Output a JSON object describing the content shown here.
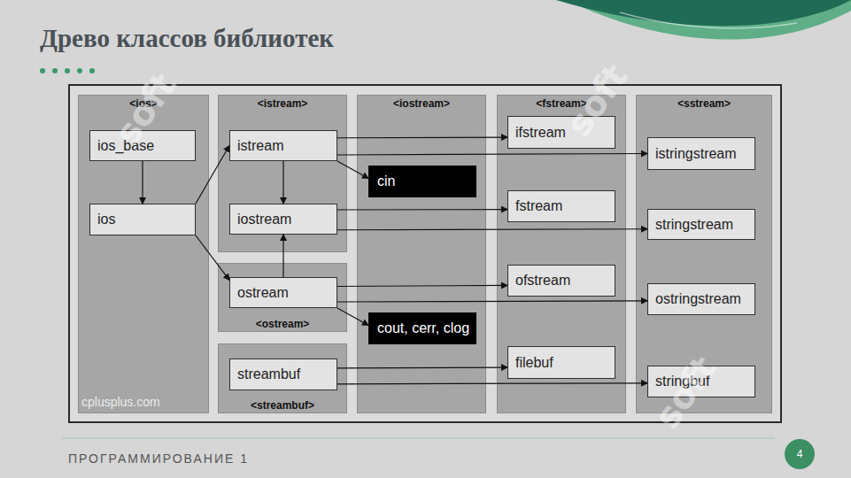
{
  "diagram": {
    "title": "Древо классов библиотек",
    "nodes": [
      {
        "text": [
          "<ios>"
        ]
      },
      {
        "text": [
          "ios_base"
        ],
        "in": 0
      },
      {
        "text": [
          "ios"
        ],
        "in": 0
      },
      {
        "text": [
          "<istream>"
        ]
      },
      {
        "text": [
          "istream"
        ],
        "in": 3
      },
      {
        "text": [
          "iostream"
        ],
        "in": 3
      },
      {
        "text": [
          "<ostream>"
        ]
      },
      {
        "text": [
          "ostream"
        ],
        "in": 6
      },
      {
        "text": [
          "<streambuf>"
        ]
      },
      {
        "text": [
          "streambuf"
        ],
        "in": 8
      },
      {
        "text": [
          "<iostream>"
        ]
      },
      {
        "text": [
          "cin"
        ],
        "in": 10
      },
      {
        "text": [
          "cout, cerr, clog"
        ],
        "in": 10
      },
      {
        "text": [
          "<fstream>"
        ]
      },
      {
        "text": [
          "ifstream"
        ],
        "in": 13
      },
      {
        "text": [
          "fstream"
        ],
        "in": 13
      },
      {
        "text": [
          "ofstream"
        ],
        "in": 13
      },
      {
        "text": [
          "filebuf"
        ],
        "in": 13
      },
      {
        "text": [
          "<sstream>"
        ]
      },
      {
        "text": [
          "istringstream"
        ],
        "in": 18
      },
      {
        "text": [
          "stringstream"
        ],
        "in": 18
      },
      {
        "text": [
          "ostringstream"
        ],
        "in": 18
      },
      {
        "text": [
          "stringbuf"
        ],
        "in": 18
      },
      {
        "text": [
          "4"
        ]
      }
    ],
    "edges": [
      {
        "from": 1,
        "to": 2,
        "arrow": "to"
      },
      {
        "from": 2,
        "to": 4,
        "arrow": "to"
      },
      {
        "from": 2,
        "to": 7,
        "arrow": "to"
      },
      {
        "from": 4,
        "to": 5,
        "arrow": "to"
      },
      {
        "from": 7,
        "to": 5,
        "arrow": "to"
      },
      {
        "from": 4,
        "to": 14,
        "arrow": "to"
      },
      {
        "from": 4,
        "to": 19,
        "arrow": "to"
      },
      {
        "from": 4,
        "to": 11,
        "arrow": "to"
      },
      {
        "from": 5,
        "to": 15,
        "arrow": "to"
      },
      {
        "from": 5,
        "to": 20,
        "arrow": "to"
      },
      {
        "from": 7,
        "to": 16,
        "arrow": "to"
      },
      {
        "from": 7,
        "to": 21,
        "arrow": "to"
      },
      {
        "from": 7,
        "to": 12,
        "arrow": "to"
      },
      {
        "from": 9,
        "to": 17,
        "arrow": "to"
      },
      {
        "from": 9,
        "to": 22,
        "arrow": "to"
      }
    ],
    "labels": [
      "cplusplus.com",
      "ПРОГРАММИРОВАНИЕ 1",
      "soft",
      "soft",
      "soft"
    ]
  }
}
